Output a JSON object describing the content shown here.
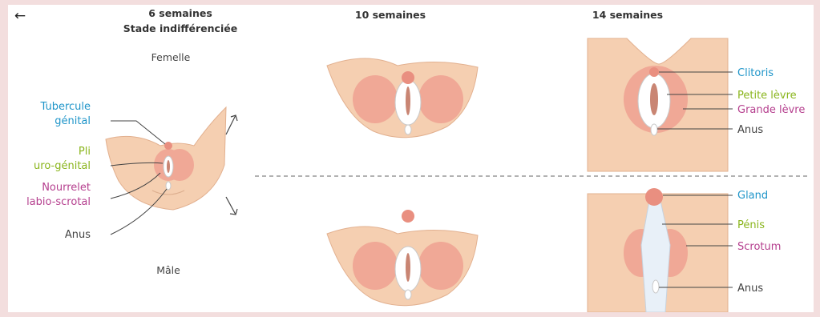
{
  "header": {
    "week6_title": "6 semaines",
    "week6_subtitle": "Stade indifférenciée",
    "week10_title": "10 semaines",
    "week14_title": "14 semaines"
  },
  "sex_labels": {
    "female": "Femelle",
    "male": "Mâle"
  },
  "stage6_labels": {
    "genital_tubercle_line1": "Tubercule",
    "genital_tubercle_line2": "génital",
    "urogenital_fold_line1": "Pli",
    "urogenital_fold_line2": "uro-génital",
    "labioscrotal_swelling_line1": "Nourrelet",
    "labioscrotal_swelling_line2": "labio-scrotal",
    "anus": "Anus"
  },
  "female14_labels": {
    "clitoris": "Clitoris",
    "labia_minora": "Petite lèvre",
    "labia_majora": "Grande lèvre",
    "anus": "Anus"
  },
  "male14_labels": {
    "glans": "Gland",
    "penis": "Pénis",
    "scrotum": "Scrotum",
    "anus": "Anus"
  },
  "colors": {
    "genital_tubercle": "#1f95c9",
    "urogenital_fold": "#8ab51c",
    "labioscrotal_swelling": "#b53f8e",
    "anus": "#444444",
    "skin": "#f5cfb1",
    "background": "#f3dede"
  },
  "icons": {
    "back": "←"
  }
}
